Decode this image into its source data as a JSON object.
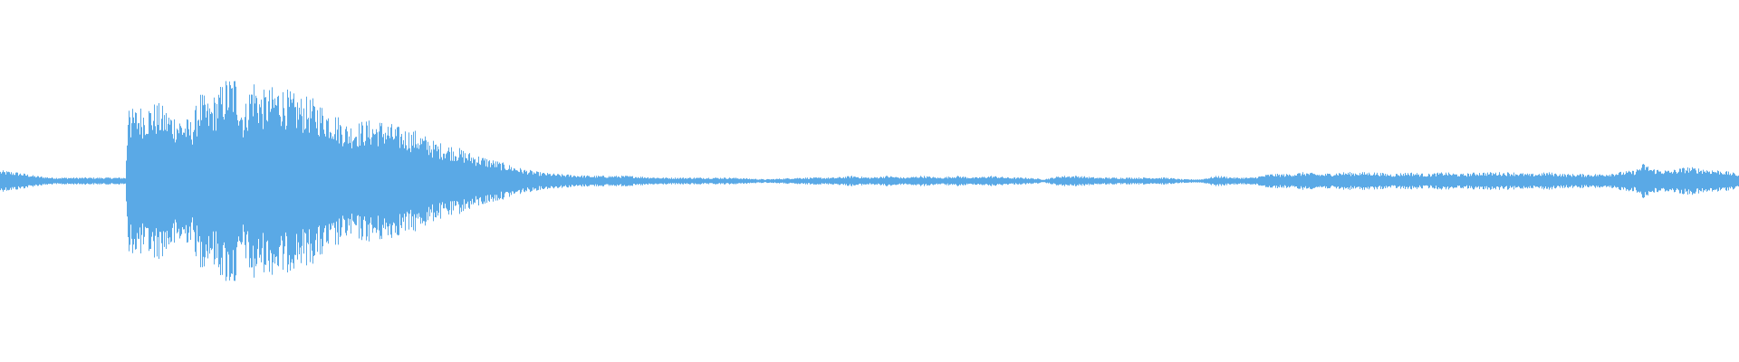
{
  "waveform": {
    "color": "#5aa9e6",
    "background": "#ffffff",
    "envelope": [
      [
        0.0,
        0.06
      ],
      [
        0.01,
        0.05
      ],
      [
        0.02,
        0.03
      ],
      [
        0.03,
        0.02
      ],
      [
        0.04,
        0.02
      ],
      [
        0.05,
        0.02
      ],
      [
        0.06,
        0.02
      ],
      [
        0.07,
        0.02
      ],
      [
        0.072,
        0.02
      ],
      [
        0.073,
        0.3
      ],
      [
        0.074,
        0.6
      ],
      [
        0.075,
        0.4
      ],
      [
        0.08,
        0.42
      ],
      [
        0.09,
        0.44
      ],
      [
        0.1,
        0.38
      ],
      [
        0.11,
        0.34
      ],
      [
        0.115,
        0.5
      ],
      [
        0.12,
        0.44
      ],
      [
        0.13,
        0.58
      ],
      [
        0.135,
        0.6
      ],
      [
        0.14,
        0.4
      ],
      [
        0.145,
        0.6
      ],
      [
        0.15,
        0.5
      ],
      [
        0.16,
        0.54
      ],
      [
        0.17,
        0.48
      ],
      [
        0.18,
        0.46
      ],
      [
        0.19,
        0.4
      ],
      [
        0.2,
        0.32
      ],
      [
        0.21,
        0.34
      ],
      [
        0.22,
        0.34
      ],
      [
        0.23,
        0.3
      ],
      [
        0.24,
        0.28
      ],
      [
        0.25,
        0.22
      ],
      [
        0.26,
        0.2
      ],
      [
        0.27,
        0.16
      ],
      [
        0.28,
        0.13
      ],
      [
        0.29,
        0.1
      ],
      [
        0.3,
        0.07
      ],
      [
        0.31,
        0.05
      ],
      [
        0.32,
        0.04
      ],
      [
        0.34,
        0.03
      ],
      [
        0.36,
        0.03
      ],
      [
        0.38,
        0.02
      ],
      [
        0.4,
        0.02
      ],
      [
        0.42,
        0.02
      ],
      [
        0.44,
        0.01
      ],
      [
        0.46,
        0.02
      ],
      [
        0.48,
        0.02
      ],
      [
        0.49,
        0.03
      ],
      [
        0.5,
        0.02
      ],
      [
        0.51,
        0.03
      ],
      [
        0.52,
        0.02
      ],
      [
        0.53,
        0.03
      ],
      [
        0.54,
        0.02
      ],
      [
        0.55,
        0.03
      ],
      [
        0.56,
        0.02
      ],
      [
        0.57,
        0.03
      ],
      [
        0.58,
        0.02
      ],
      [
        0.59,
        0.02
      ],
      [
        0.6,
        0.01
      ],
      [
        0.61,
        0.03
      ],
      [
        0.62,
        0.03
      ],
      [
        0.63,
        0.02
      ],
      [
        0.64,
        0.02
      ],
      [
        0.65,
        0.02
      ],
      [
        0.66,
        0.02
      ],
      [
        0.67,
        0.02
      ],
      [
        0.68,
        0.01
      ],
      [
        0.69,
        0.01
      ],
      [
        0.7,
        0.03
      ],
      [
        0.71,
        0.02
      ],
      [
        0.72,
        0.02
      ],
      [
        0.73,
        0.04
      ],
      [
        0.74,
        0.04
      ],
      [
        0.75,
        0.05
      ],
      [
        0.76,
        0.04
      ],
      [
        0.77,
        0.05
      ],
      [
        0.78,
        0.05
      ],
      [
        0.79,
        0.05
      ],
      [
        0.8,
        0.04
      ],
      [
        0.81,
        0.05
      ],
      [
        0.82,
        0.04
      ],
      [
        0.83,
        0.05
      ],
      [
        0.84,
        0.04
      ],
      [
        0.85,
        0.05
      ],
      [
        0.86,
        0.05
      ],
      [
        0.87,
        0.05
      ],
      [
        0.88,
        0.04
      ],
      [
        0.89,
        0.05
      ],
      [
        0.9,
        0.04
      ],
      [
        0.91,
        0.04
      ],
      [
        0.92,
        0.04
      ],
      [
        0.93,
        0.05
      ],
      [
        0.94,
        0.06
      ],
      [
        0.945,
        0.1
      ],
      [
        0.95,
        0.07
      ],
      [
        0.96,
        0.06
      ],
      [
        0.97,
        0.08
      ],
      [
        0.98,
        0.07
      ],
      [
        0.99,
        0.06
      ],
      [
        1.0,
        0.04
      ]
    ]
  }
}
